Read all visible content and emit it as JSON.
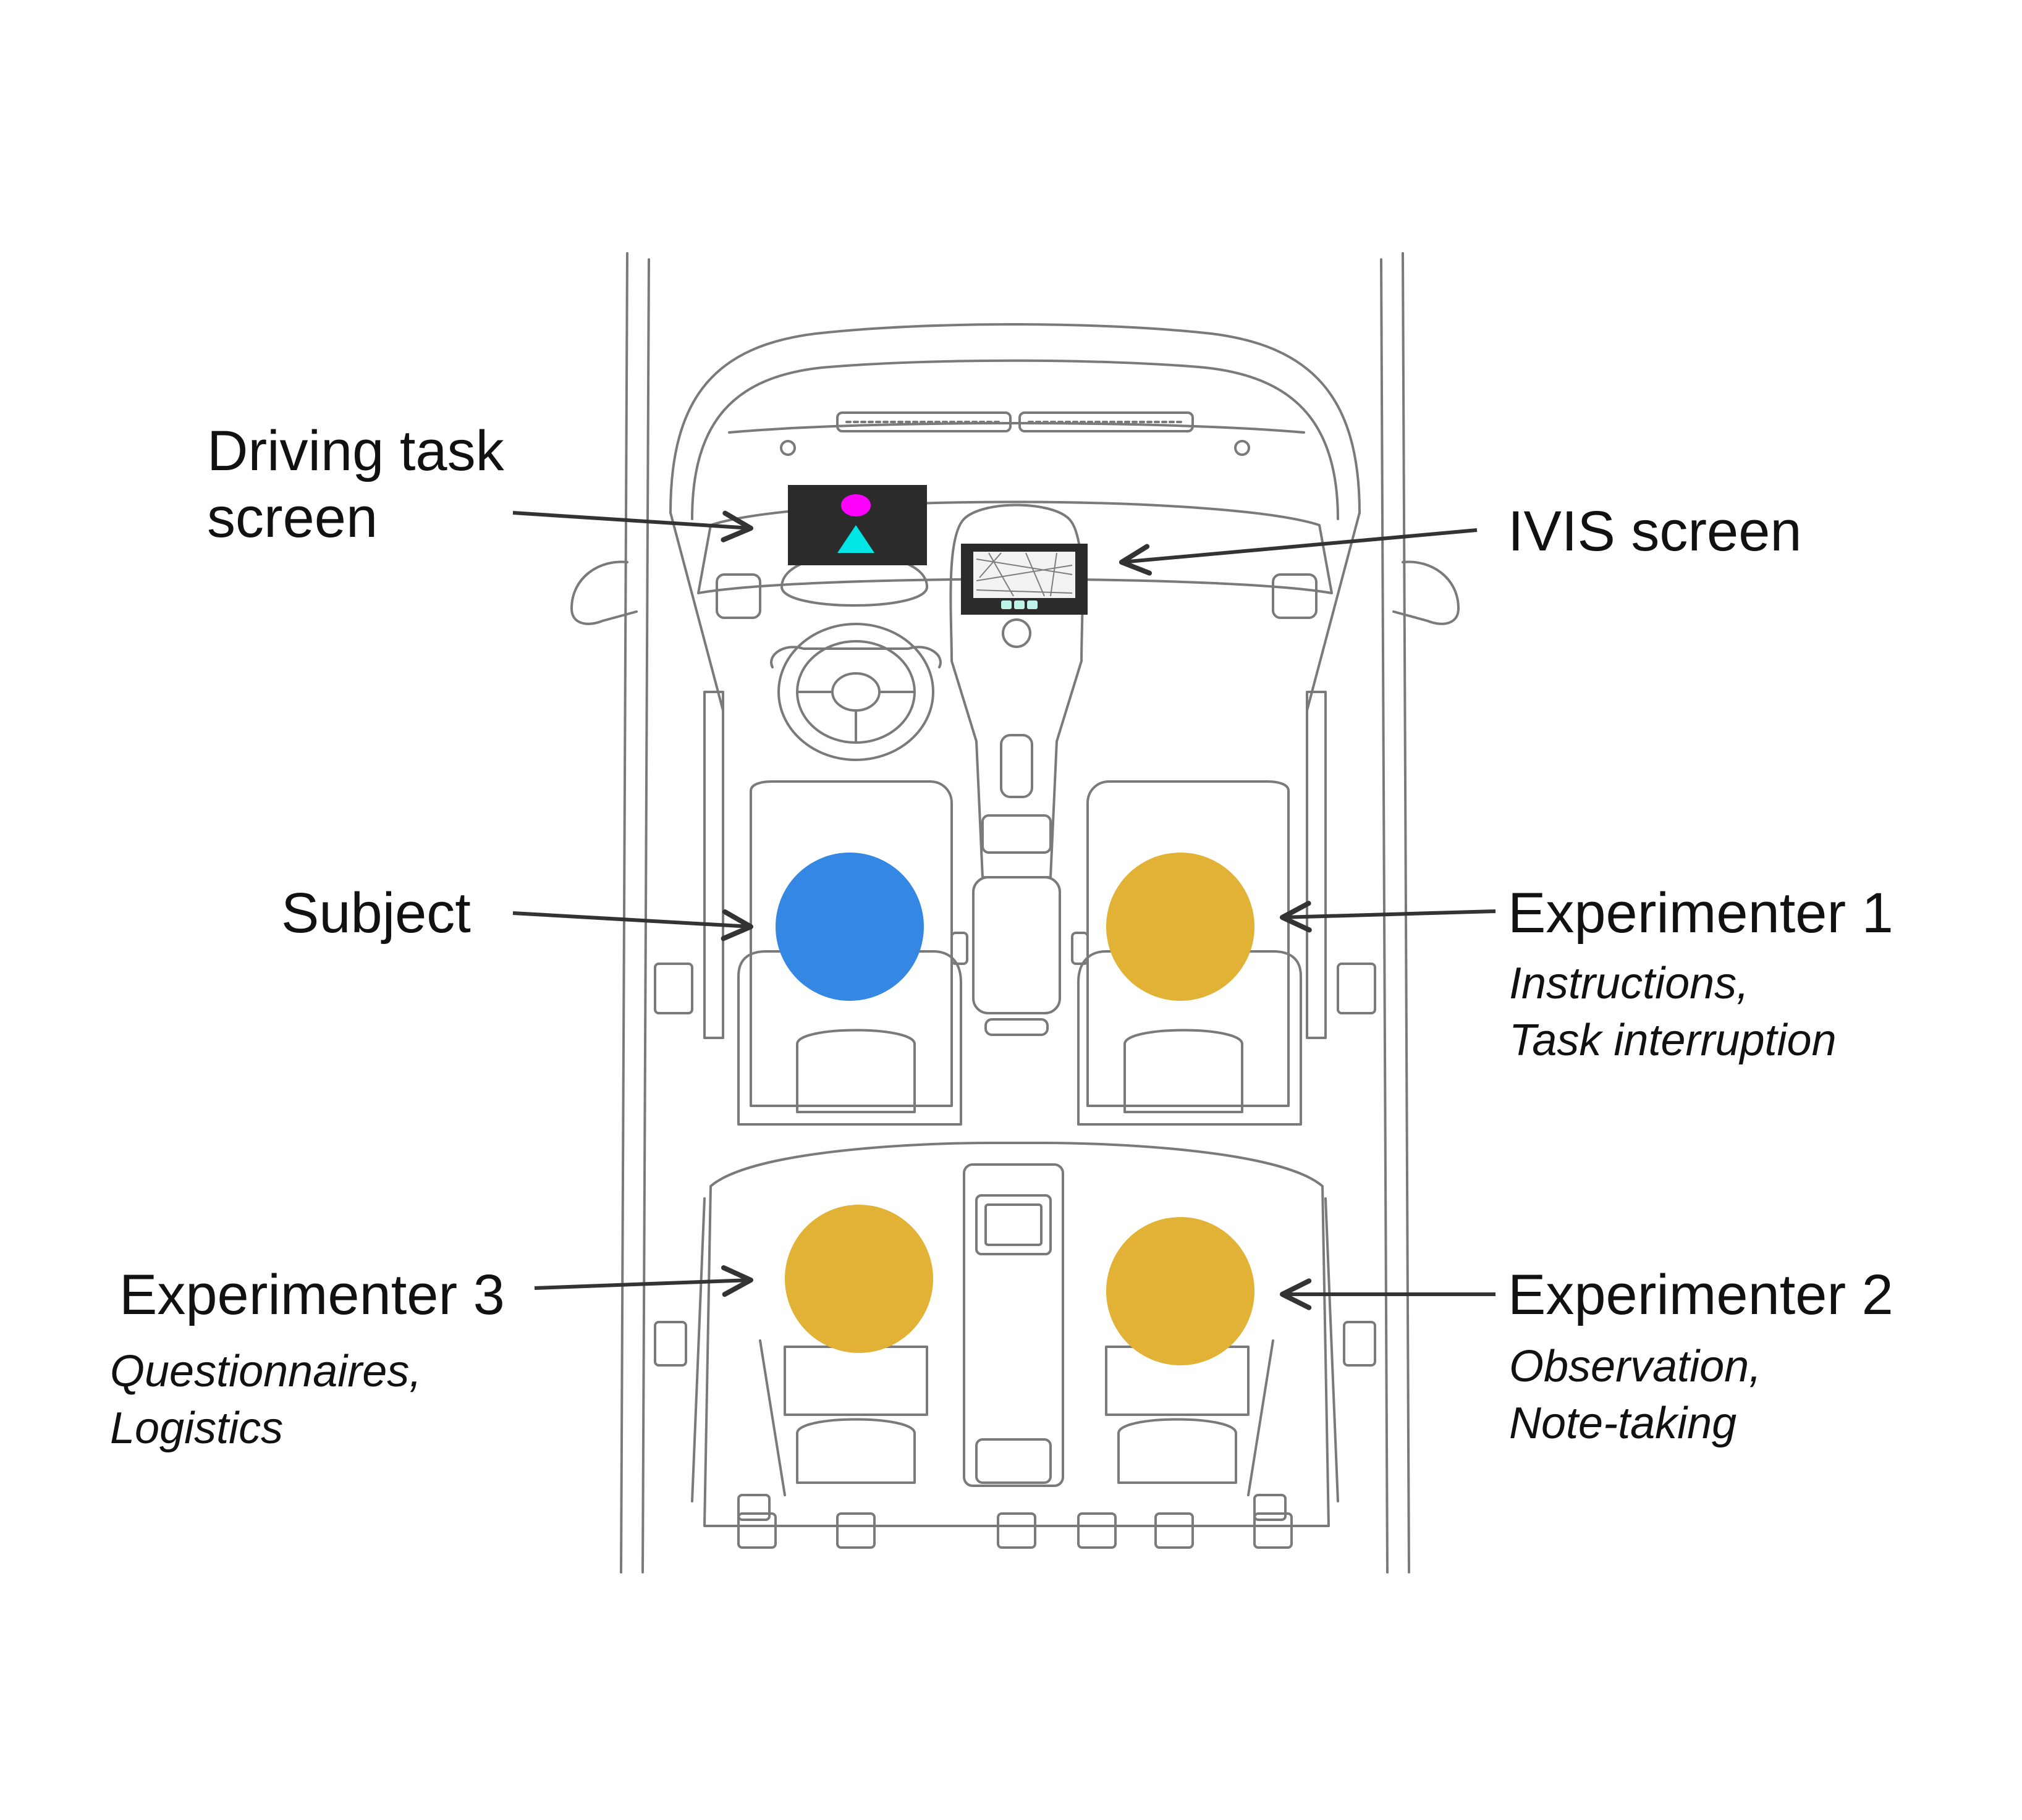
{
  "labels": {
    "driving_task_line1": "Driving task",
    "driving_task_line2": "screen",
    "ivis": "IVIS screen",
    "subject": "Subject",
    "exp1": "Experimenter 1",
    "exp1_role1": "Instructions,",
    "exp1_role2": "Task interruption",
    "exp2": "Experimenter 2",
    "exp2_role1": "Observation,",
    "exp2_role2": "Note-taking",
    "exp3": "Experimenter 3",
    "exp3_role1": "Questionnaires,",
    "exp3_role2": "Logistics"
  },
  "colors": {
    "subject": "#3587e4",
    "experimenter": "#e1b236",
    "screen": "#2b2b2b",
    "stimulus_circle": "#ff00ff",
    "stimulus_triangle": "#00e5e5",
    "ivis_buttons": "#bff2e8",
    "outline": "#7a7a7a",
    "arrow": "#333333"
  }
}
